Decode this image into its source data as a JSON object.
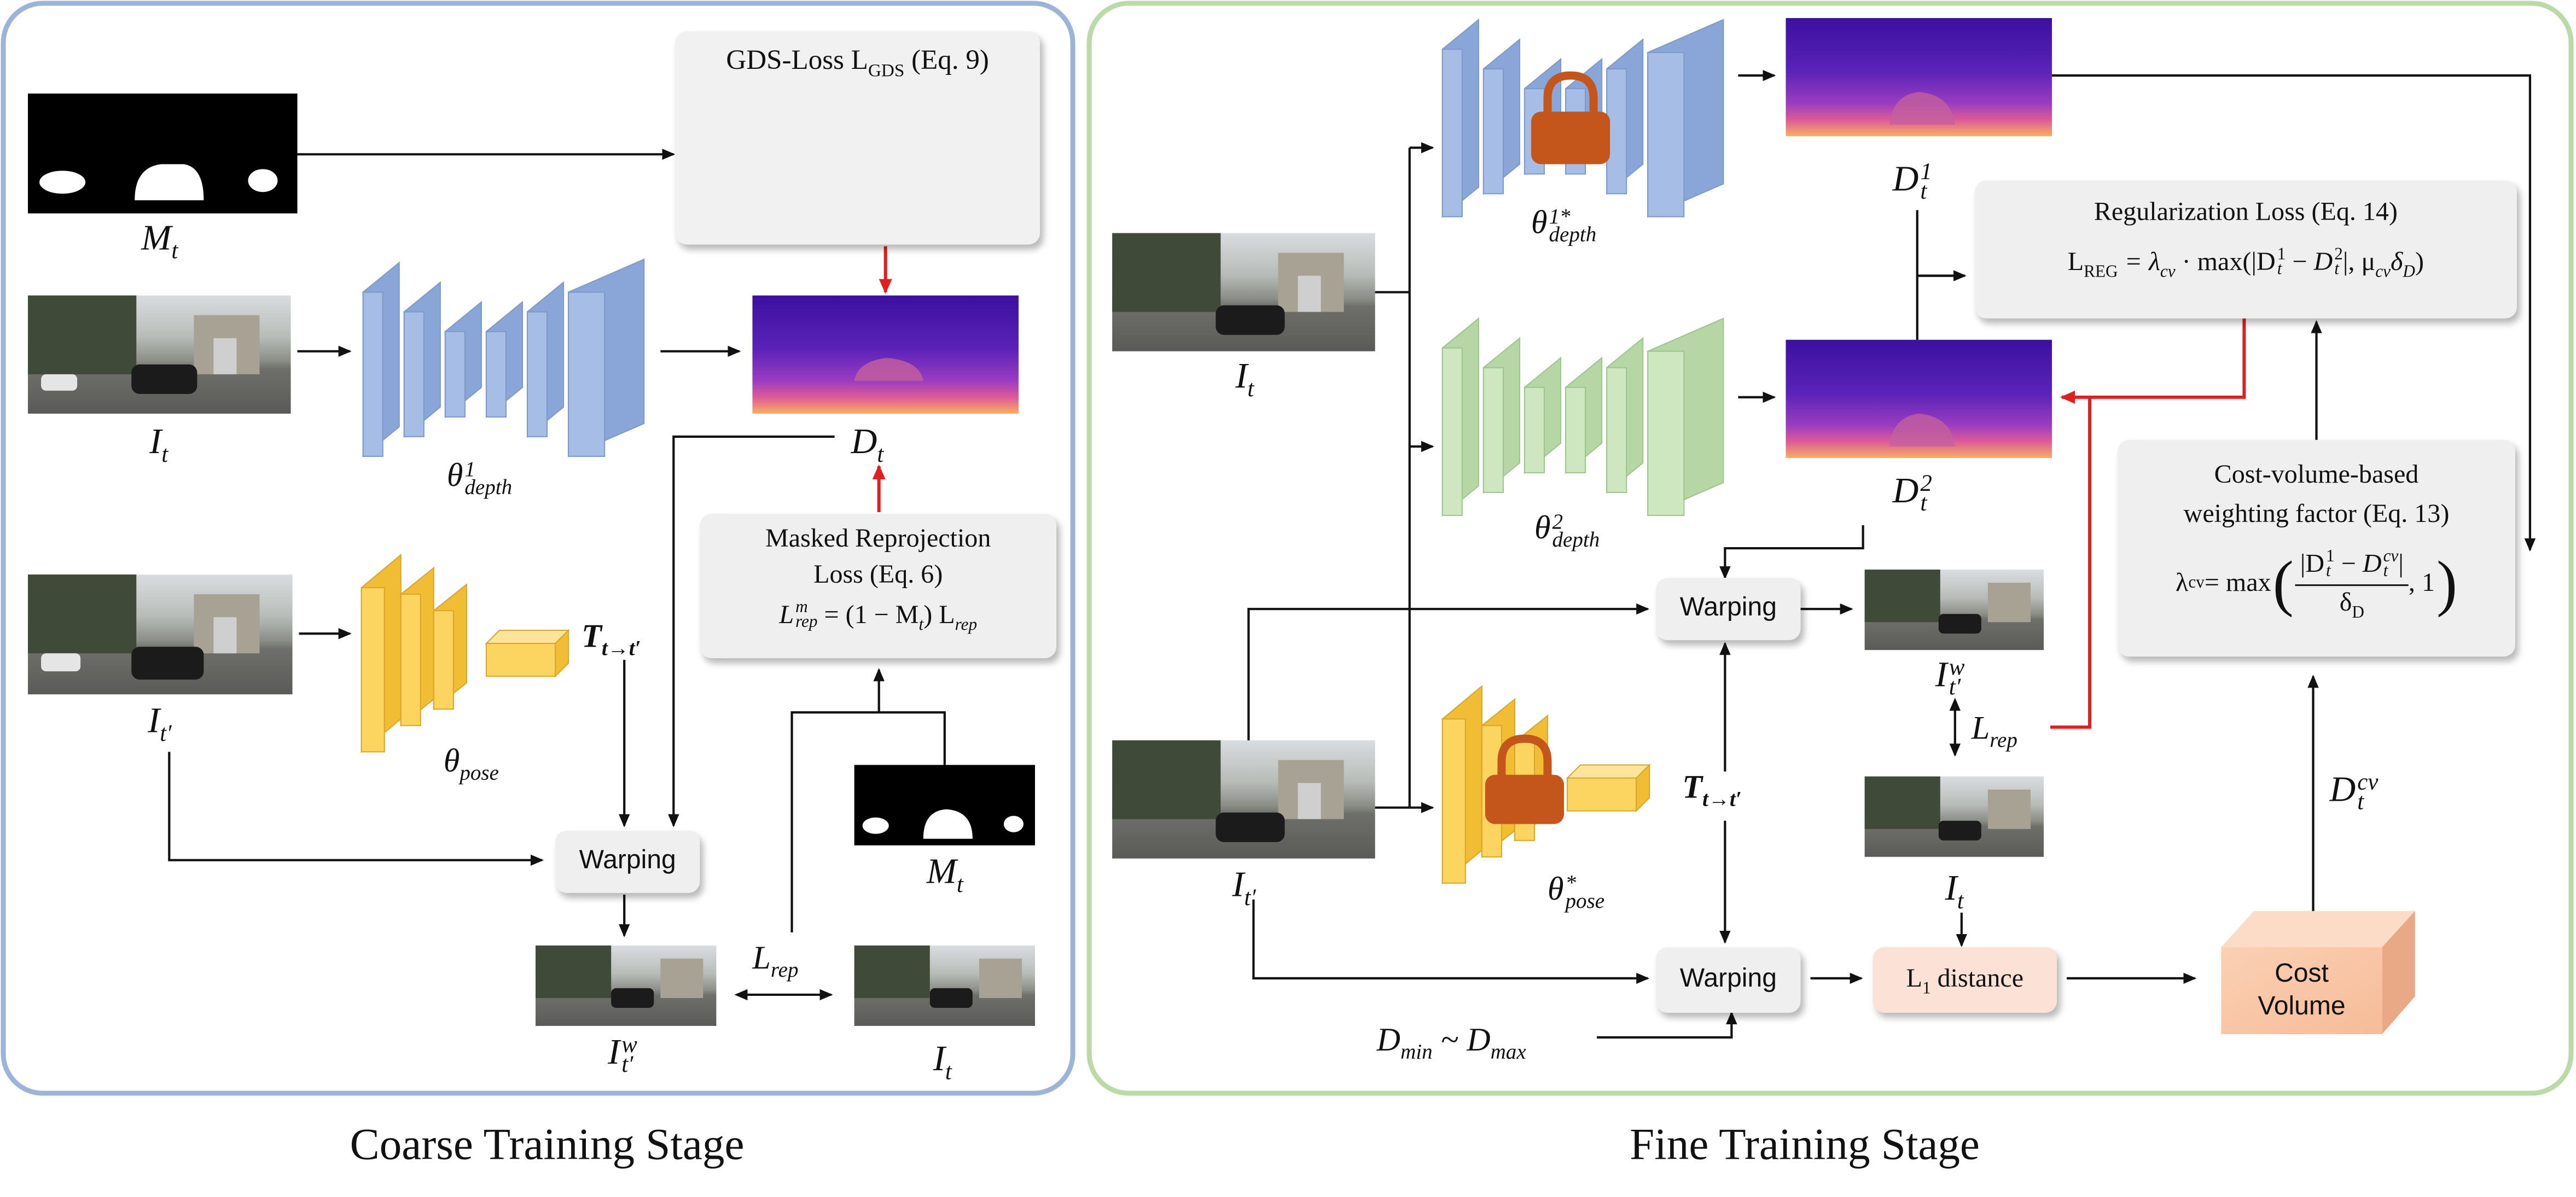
{
  "stages": {
    "coarse_caption": "Coarse Training Stage",
    "fine_caption": "Fine Training Stage"
  },
  "colors": {
    "coarse_border": "#9db4d8",
    "fine_border": "#bcd9a9",
    "depth_net_blue": "#95b0dd",
    "depth_net_green": "#c6e2b8",
    "pose_net_yellow": "#f6c94a",
    "lock": "#c4561c",
    "cost_volume": "#f8c4a4",
    "red_arrow": "#e02020"
  },
  "coarse": {
    "gds_loss": {
      "title": "GDS-Loss L",
      "title_sub": "GDS",
      "title_eq": " (Eq. 9)"
    },
    "mask_label": {
      "base": "M",
      "sub": "t"
    },
    "mask_label_2": {
      "base": "M",
      "sub": "t"
    },
    "image_it": {
      "base": "I",
      "sub": "t"
    },
    "image_itp": {
      "base": "I",
      "sub": "t′"
    },
    "depth_net": {
      "base": "θ",
      "sup": "1",
      "sub": "depth"
    },
    "pose_net": {
      "base": "θ",
      "sub": "pose"
    },
    "pose_T": {
      "base": "T",
      "sub": "t→t′"
    },
    "depth_out": {
      "base": "D",
      "sub": "t"
    },
    "masked_reproj": {
      "line1": "Masked Reprojection",
      "line2": "Loss (Eq. 6)",
      "formula": "= (1 − M",
      "formula_tail": ") L"
    },
    "warping": "Warping",
    "warped_label": {
      "base": "I",
      "sup": "w",
      "sub": "t′"
    },
    "target_label": {
      "base": "I",
      "sub": "t"
    },
    "lrep": {
      "base": "L",
      "sub": "rep"
    }
  },
  "fine": {
    "image_it": {
      "base": "I",
      "sub": "t"
    },
    "image_itp": {
      "base": "I",
      "sub": "t′"
    },
    "depth_net_frozen": {
      "base": "θ",
      "sup": "1*",
      "sub": "depth"
    },
    "depth_net_2": {
      "base": "θ",
      "sup": "2",
      "sub": "depth"
    },
    "pose_net_frozen": {
      "base": "θ",
      "sup": "*",
      "sub": "pose"
    },
    "pose_T": {
      "base": "T",
      "sub": "t→t′"
    },
    "d1": {
      "base": "D",
      "sup": "1",
      "sub": "t"
    },
    "d2": {
      "base": "D",
      "sup": "2",
      "sub": "t"
    },
    "reg_loss": {
      "title": "Regularization Loss (Eq. 14)",
      "formula_head": "L",
      "formula_sub": "REG",
      "formula_body": " = λ",
      "formula_lam_sub": "cv",
      "formula_rest": " · max(|D",
      "formula_end": "|, μ",
      "formula_mu_sub": "cv",
      "formula_delta": "δ",
      "formula_delta_sub": "D",
      "formula_close": ")"
    },
    "cost_weight": {
      "line1": "Cost-volume-based",
      "line2": "weighting factor (Eq. 13)",
      "lam": "λ",
      "lam_sub": "cv",
      "eq": " = max",
      "numer": "|D",
      "denom": "δ",
      "denom_sub": "D",
      "one": ", 1"
    },
    "warping_top": "Warping",
    "warping_bottom": "Warping",
    "warped_label": {
      "base": "I",
      "sup": "w",
      "sub": "t′"
    },
    "target_label": {
      "base": "I",
      "sub": "t"
    },
    "lrep": {
      "base": "L",
      "sub": "rep"
    },
    "l1_distance": {
      "base": "L",
      "sub": "1",
      "rest": " distance"
    },
    "cost_volume": {
      "line1": "Cost",
      "line2": "Volume"
    },
    "dcv": {
      "base": "D",
      "sup": "cv",
      "sub": "t"
    },
    "dminmax": {
      "a": "D",
      "a_sub": "min",
      "tilde": " ~ ",
      "b": "D",
      "b_sub": "max"
    }
  }
}
